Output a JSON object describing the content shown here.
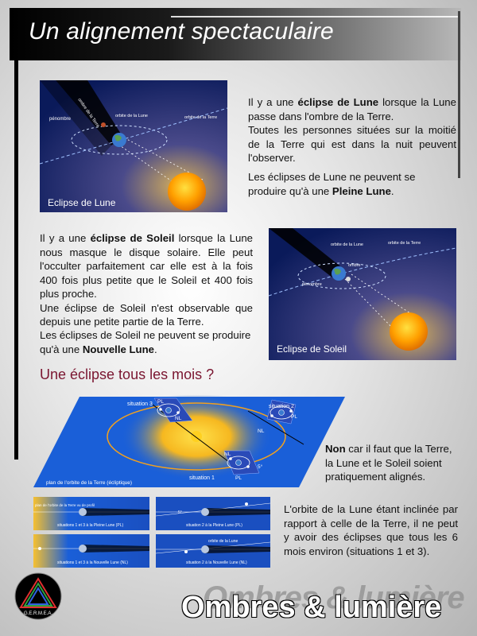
{
  "title": "Un alignement spectaculaire",
  "lunar": {
    "caption": "Eclipse de Lune",
    "labels": {
      "orbit_moon": "orbite de la Lune",
      "orbit_earth": "orbite de la Terre",
      "penumbra": "pénombre",
      "umbra": "ombre de la Terre"
    },
    "para1_a": "Il y a une ",
    "para1_b": "éclipse de Lune",
    "para1_c": " lorsque la Lune passe dans l'ombre de la Terre.",
    "para2": "Toutes les personnes situées sur la moitié de la Terre qui est dans la nuit peuvent l'observer.",
    "para3_a": "Les éclipses de Lune ne peuvent se produire qu'à une ",
    "para3_b": "Pleine Lune",
    "para3_c": "."
  },
  "solar": {
    "caption": "Eclipse de Soleil",
    "labels": {
      "orbit_moon": "orbite de la Lune",
      "orbit_earth": "orbite de la Terre",
      "penumbra": "pénombre",
      "umbra": "ombre"
    },
    "para1_a": "Il y a une ",
    "para1_b": "éclipse de Soleil",
    "para1_c": " lorsque la Lune nous masque le disque solaire. Elle peut l'occulter parfaitement car elle est à la fois 400 fois plus petite que le Soleil et 400 fois plus proche.",
    "para2": "Une éclipse de Soleil n'est observable que depuis une petite partie de la Terre.",
    "para3_a": "Les éclipses de Soleil ne peuvent se produire qu'à une ",
    "para3_b": "Nouvelle Lune",
    "para3_c": "."
  },
  "monthly": {
    "heading": "Une éclipse tous les mois ?",
    "plane_labels": {
      "situation1": "situation 1",
      "situation2": "situation 2",
      "situation3": "situation 3",
      "pl": "PL",
      "nl": "NL",
      "angle": "5°",
      "plane": "plan de l'orbite de la Terre (écliptique)"
    },
    "answer_a": "Non",
    "answer_b": " car il faut que la Terre, la Lune et le Soleil soient pratiquement alignés.",
    "explanation": "L'orbite de la Lune étant inclinée par rapport à celle de la Terre, il ne peut y avoir des éclipses que tous les 6 mois environ (situations 1 et 3).",
    "strips": [
      {
        "caption": "situations 1 et 3 à la Pleine Lune (PL)",
        "extra": "plan de l'orbite de la Terre vu de profil"
      },
      {
        "caption": "situation 2 à la Pleine Lune (PL)",
        "extra": "5°"
      },
      {
        "caption": "situations 1 et 3 à la Nouvelle Lune (NL)",
        "extra": ""
      },
      {
        "caption": "situation 2 à la Nouvelle Lune (NL)",
        "extra": "orbite de la Lune"
      }
    ]
  },
  "logo_text": "G.E.R.M.E.A.",
  "footer": {
    "title": "Ombres & lumière",
    "shadow": "Ombres & lumière"
  },
  "colors": {
    "space_dark": "#0a1850",
    "sun": "#ffa000",
    "heading": "#7a1530",
    "plane_blue": "#1a5fd8"
  }
}
